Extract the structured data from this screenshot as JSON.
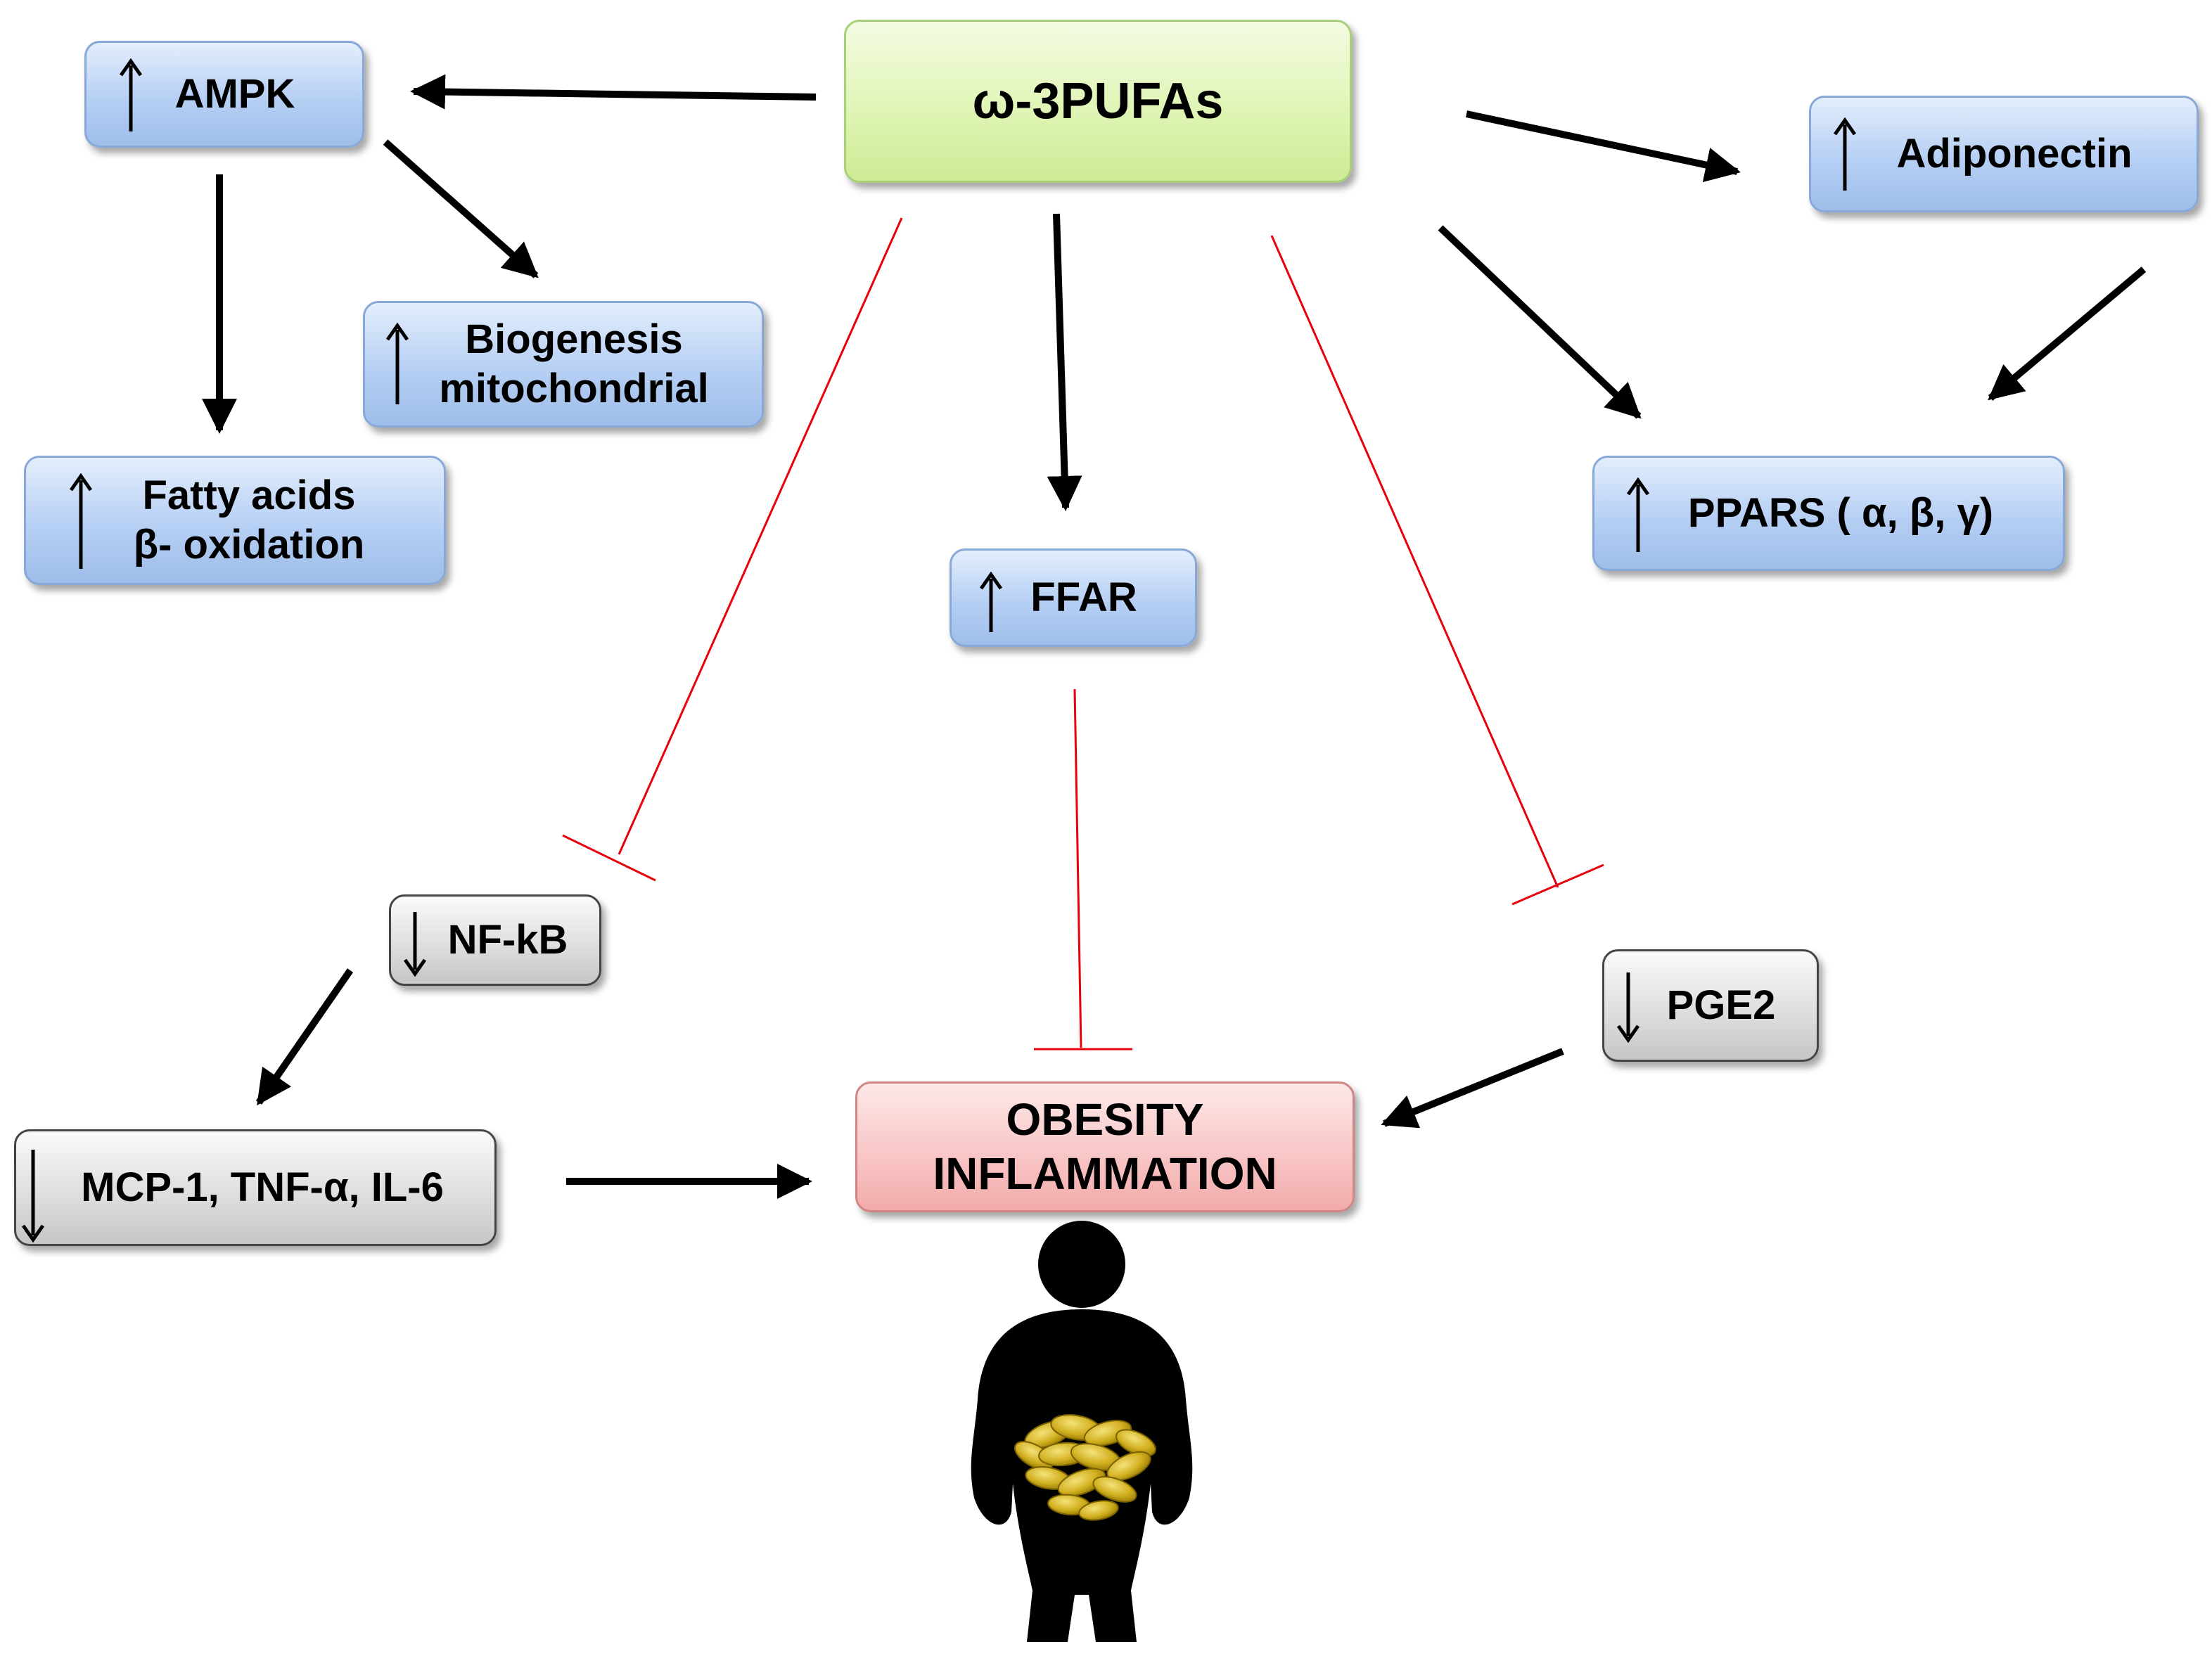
{
  "nodes": {
    "omega": {
      "text": "ω-3PUFAs"
    },
    "ampk": {
      "text": "AMPK",
      "direction": "up"
    },
    "biogenesis": {
      "line1": "Biogenesis",
      "line2": "mitochondrial",
      "direction": "up"
    },
    "fatty": {
      "line1": "Fatty acids",
      "line2": "β- oxidation",
      "direction": "up"
    },
    "ffar": {
      "text": "FFAR",
      "direction": "up"
    },
    "adiponectin": {
      "text": "Adiponectin",
      "direction": "up"
    },
    "ppars": {
      "text": "PPARS ( α, β, γ)",
      "direction": "up"
    },
    "nfkb": {
      "text": "NF-kB",
      "direction": "down"
    },
    "mcp": {
      "text": "MCP-1, TNF-α, IL-6",
      "direction": "down"
    },
    "pge2": {
      "text": "PGE2",
      "direction": "down"
    },
    "obesity": {
      "line1": "OBESITY",
      "line2": "INFLAMMATION"
    }
  },
  "edges": [
    {
      "from": "omega",
      "to": "ampk",
      "type": "activation"
    },
    {
      "from": "ampk",
      "to": "biogenesis",
      "type": "activation"
    },
    {
      "from": "ampk",
      "to": "fatty",
      "type": "activation"
    },
    {
      "from": "omega",
      "to": "ffar",
      "type": "activation"
    },
    {
      "from": "omega",
      "to": "adiponectin",
      "type": "activation"
    },
    {
      "from": "omega",
      "to": "ppars",
      "type": "activation"
    },
    {
      "from": "adiponectin",
      "to": "ppars",
      "type": "activation"
    },
    {
      "from": "omega",
      "to": "nfkb",
      "type": "inhibition"
    },
    {
      "from": "ffar",
      "to": "obesity",
      "type": "inhibition"
    },
    {
      "from": "omega",
      "to": "pge2",
      "type": "inhibition"
    },
    {
      "from": "nfkb",
      "to": "mcp",
      "type": "activation"
    },
    {
      "from": "mcp",
      "to": "obesity",
      "type": "activation"
    },
    {
      "from": "pge2",
      "to": "obesity",
      "type": "activation"
    }
  ],
  "colors": {
    "activation": "#000000",
    "inhibition": "#e8000b",
    "fat": "#c8a512"
  },
  "figure": {
    "icon": "obese-person-silhouette-icon"
  }
}
